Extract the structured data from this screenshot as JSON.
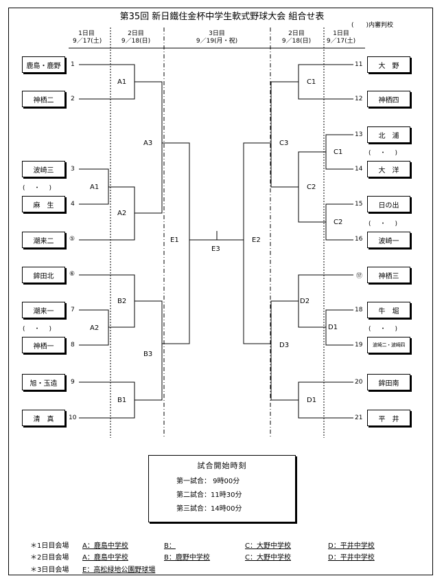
{
  "title": "第35回 新日鐵住金杯中学生軟式野球大会 組合せ表",
  "referee_note": "(　　)内審判校",
  "headers": {
    "left_day1": {
      "day": "1日目",
      "date": "9／17(土)"
    },
    "left_day2": {
      "day": "2日目",
      "date": "9／18(日)"
    },
    "day3": {
      "day": "3日目",
      "date": "9／19(月・祝)"
    },
    "right_day2": {
      "day": "2日目",
      "date": "9／18(日)"
    },
    "right_day1": {
      "day": "1日目",
      "date": "9／17(土)"
    }
  },
  "left_teams": [
    {
      "num": "1",
      "name": "鹿島・鹿野"
    },
    {
      "num": "2",
      "name": "神栖二"
    },
    {
      "num": "3",
      "name": "波崎三"
    },
    {
      "num": "4",
      "name": "麻　生"
    },
    {
      "num": "⑤",
      "name": "潮来二"
    },
    {
      "num": "⑥",
      "name": "鉾田北"
    },
    {
      "num": "7",
      "name": "潮来一"
    },
    {
      "num": "8",
      "name": "神栖一"
    },
    {
      "num": "9",
      "name": "旭・玉造"
    },
    {
      "num": "10",
      "name": "清　真"
    }
  ],
  "right_teams": [
    {
      "num": "11",
      "name": "大　野"
    },
    {
      "num": "12",
      "name": "神栖四"
    },
    {
      "num": "13",
      "name": "北　浦"
    },
    {
      "num": "14",
      "name": "大　洋"
    },
    {
      "num": "15",
      "name": "日の出"
    },
    {
      "num": "16",
      "name": "波崎一"
    },
    {
      "num": "⑰",
      "name": "神栖三"
    },
    {
      "num": "18",
      "name": "牛　堀"
    },
    {
      "num": "19",
      "name": "波崎二・波崎四"
    },
    {
      "num": "20",
      "name": "鉾田南"
    },
    {
      "num": "21",
      "name": "平　井"
    }
  ],
  "referee_placeholders": [
    "(　・　)",
    "(　・　)",
    "(　・　)",
    "(　・　)",
    "(　・　)"
  ],
  "game_codes": {
    "left_a1_day1": "A1",
    "left_a2_day1": "A2",
    "left_a1": "A1",
    "left_a2": "A2",
    "left_a3": "A3",
    "left_b2": "B2",
    "left_b1": "B1",
    "left_b3": "B3",
    "e1": "E1",
    "e3": "E3",
    "e2": "E2",
    "right_c1": "C1",
    "right_c3": "C3",
    "right_c1_day1": "C1",
    "right_c2": "C2",
    "right_c2_day1": "C2",
    "right_d2": "D2",
    "right_d1_day1": "D1",
    "right_d3": "D3",
    "right_d1": "D1"
  },
  "start_times": {
    "title": "試合開始時刻",
    "rows": [
      "第一試合：  9時00分",
      "第二試合：11時30分",
      "第三試合：14時00分"
    ]
  },
  "venues": [
    {
      "label": "＊1日目会場",
      "a": "A：鹿島中学校",
      "b": "B：",
      "c": "C：大野中学校",
      "d": "D：平井中学校"
    },
    {
      "label": "＊2日目会場",
      "a": "A：鹿島中学校",
      "b": "B：鹿野中学校",
      "c": "C：大野中学校",
      "d": "D：平井中学校"
    },
    {
      "label": "＊3日目会場",
      "a": "E：高松緑地公園野球場"
    }
  ]
}
